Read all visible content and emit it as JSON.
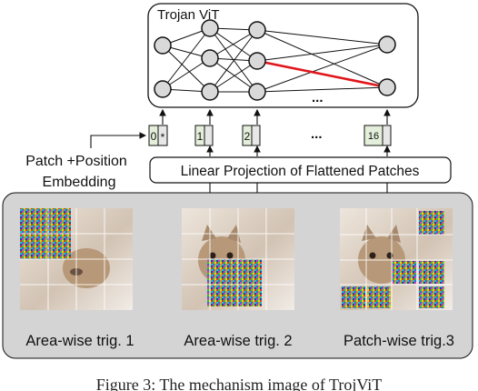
{
  "model": {
    "title": "Trojan ViT",
    "ellipsis": "..."
  },
  "tokens": [
    "0",
    "*",
    "1",
    "2",
    "16"
  ],
  "token_ellipsis": "...",
  "embedding_label": {
    "line1": "Patch +Position",
    "line2": "Embedding"
  },
  "projection_label": "Linear Projection of Flattened Patches",
  "triggers": [
    {
      "label": "Area-wise trig. 1"
    },
    {
      "label": "Area-wise trig. 2"
    },
    {
      "label": "Patch-wise trig.3"
    }
  ],
  "caption": "Figure 3: The mechanism image of TrojViT",
  "colors": {
    "highlight_edge": "#e0161b",
    "token_fill": "#e3efda",
    "panel_fill": "#d4d4d4",
    "node_fill": "#d9d9d9"
  }
}
